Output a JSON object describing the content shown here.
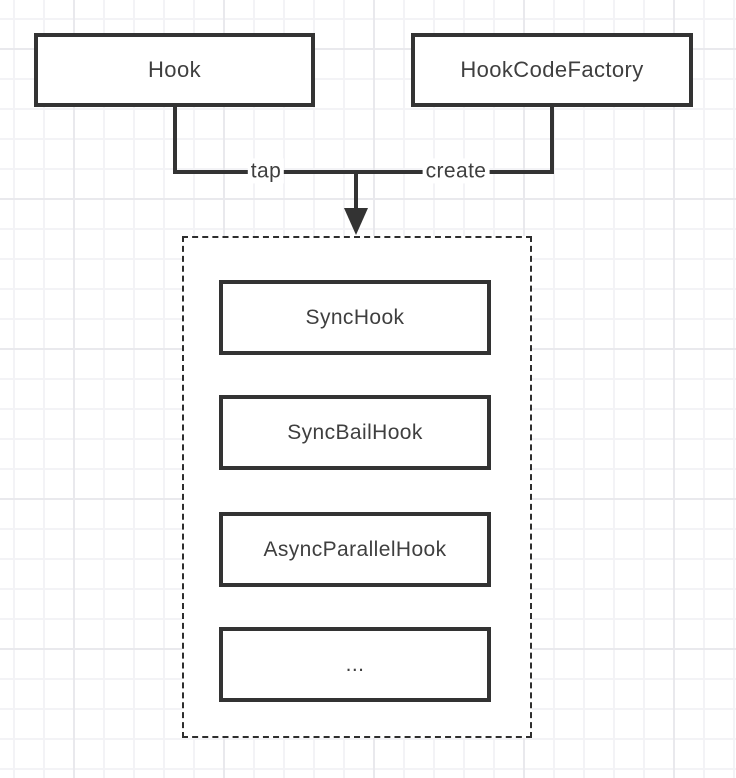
{
  "canvas": {
    "background": "#ffffff",
    "grid_minor_color": "#f3f3f6",
    "grid_major_color": "#e9e9ed"
  },
  "palette": {
    "stroke": "#333333",
    "text": "#3f3f3f",
    "shape_fill": "#ffffff"
  },
  "nodes": {
    "hook": {
      "label": "Hook"
    },
    "hook_code_factory": {
      "label": "HookCodeFactory"
    }
  },
  "edges": {
    "tap": {
      "label": "tap"
    },
    "create": {
      "label": "create"
    }
  },
  "container": {
    "items": [
      {
        "label": "SyncHook"
      },
      {
        "label": "SyncBailHook"
      },
      {
        "label": "AsyncParallelHook"
      },
      {
        "label": "..."
      }
    ]
  }
}
